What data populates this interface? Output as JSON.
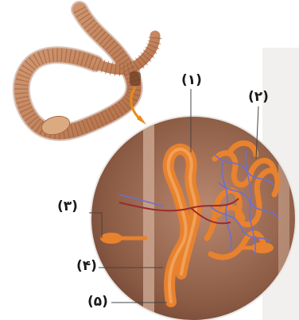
{
  "labels": {
    "one": "(۱)",
    "two": "(۲)",
    "three": "(۳)",
    "four": "(۴)",
    "five": "(۵)"
  },
  "colors": {
    "worm_body": "#c98b62",
    "worm_dark": "#8e5436",
    "clitellum": "#d9a276",
    "cavity_bg": "#9c6b52",
    "tubule": "#e8822e",
    "tubule_light": "#f3a85c",
    "capillary_blue": "#6d6fd0",
    "capillary_red": "#9b2b2b",
    "arrow": "#e88a1a",
    "frame": "#e8e6e3"
  }
}
